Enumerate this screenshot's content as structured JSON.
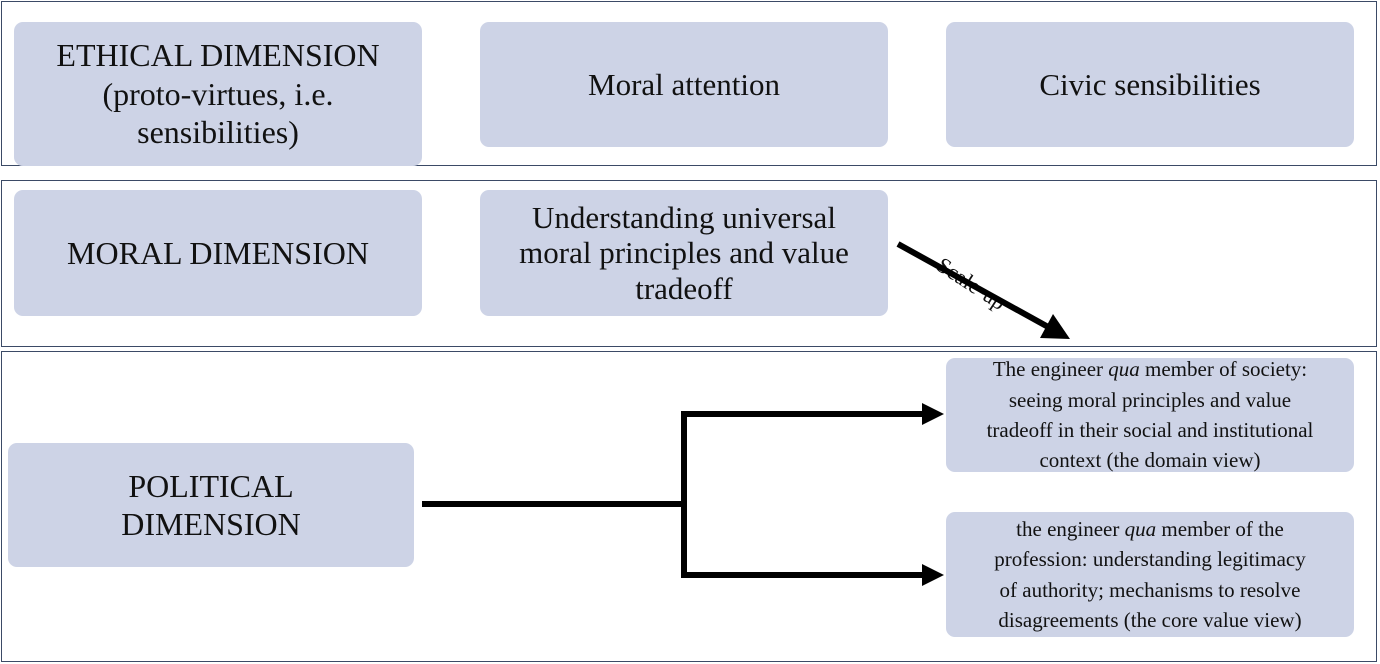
{
  "ethical": {
    "dimension_lines": [
      "ETHICAL DIMENSION",
      "(proto-virtues, i.e.",
      "sensibilities)"
    ],
    "items": [
      "Moral attention",
      "Civic sensibilities"
    ]
  },
  "moral": {
    "dimension_label": "MORAL DIMENSION",
    "item_lines": [
      "Understanding universal",
      "moral principles and value",
      "tradeoff"
    ],
    "arrow_label": "Scale-up"
  },
  "political": {
    "dimension_lines": [
      "POLITICAL",
      "DIMENSION"
    ],
    "society": {
      "pre": "The engineer ",
      "qua": "qua",
      "post": " member of society:",
      "lines": [
        "seeing moral principles and value",
        "tradeoff in their social and institutional",
        "context (the domain view)"
      ]
    },
    "profession": {
      "pre": "the engineer ",
      "qua": "qua",
      "post": " member of the",
      "lines": [
        "profession: understanding legitimacy",
        "of authority; mechanisms to resolve",
        "disagreements (the core value view)"
      ]
    }
  },
  "colors": {
    "box_fill": "#cdd3e6",
    "band_border": "#3b4a66",
    "arrow": "#000000"
  }
}
